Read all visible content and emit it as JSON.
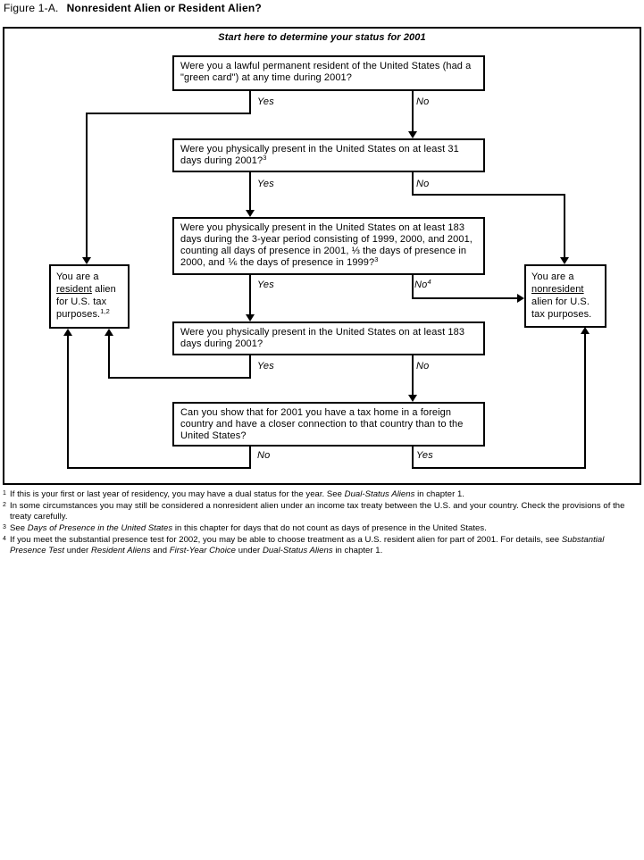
{
  "page": {
    "figure_label": "Figure 1-A.",
    "figure_title": "Nonresident Alien or Resident Alien?"
  },
  "flowchart": {
    "start_instruction": "Start here to determine your status for 2001",
    "q_green_card": {
      "text": "Were you a lawful permanent resident of the United States (had a \"green card\") at any time during 2001?",
      "yes_label": "Yes",
      "no_label": "No"
    },
    "q_31_days": {
      "text": "Were you physically present in the United States on at least 31 days during 2001?",
      "footnote_ref": "3",
      "yes_label": "Yes",
      "no_label": "No"
    },
    "q_183_3yr": {
      "text": "Were you physically present in the United States on at least 183 days during the 3-year period consisting of 1999, 2000, and 2001, counting all days of presence in 2001, ⅓ the days of presence in 2000, and ⅙ the days of presence in 1999?",
      "footnote_ref": "3",
      "yes_label": "Yes",
      "no_label": "No",
      "no_footnote_ref": "4"
    },
    "q_183_2001": {
      "text": "Were you physically present in the United States on at least 183 days during 2001?",
      "yes_label": "Yes",
      "no_label": "No"
    },
    "q_tax_home": {
      "text": "Can you show that for 2001 you have a tax home in a foreign country and have a closer connection to that country than to the United States?",
      "no_label": "No",
      "yes_label": "Yes"
    },
    "result_resident": {
      "pre": "You are a ",
      "underlined": "resident",
      "post": " alien for U.S. tax purposes.",
      "footnote_ref": "1,2"
    },
    "result_nonresident": {
      "pre": "You are a ",
      "underlined": "nonresident",
      "post": " alien for U.S. tax purposes."
    }
  },
  "footnotes": [
    {
      "marker": "1",
      "segments": [
        {
          "text": "If this is your first or last year of residency, you may have a dual status for the year. See ",
          "italic": false
        },
        {
          "text": "Dual-Status Aliens",
          "italic": true
        },
        {
          "text": " in chapter 1.",
          "italic": false
        }
      ]
    },
    {
      "marker": "2",
      "segments": [
        {
          "text": "In some circumstances you may still be considered a nonresident alien under an income tax treaty between the U.S. and your country. Check the provisions of the treaty carefully.",
          "italic": false
        }
      ]
    },
    {
      "marker": "3",
      "segments": [
        {
          "text": "See ",
          "italic": false
        },
        {
          "text": "Days of Presence in the United States",
          "italic": true
        },
        {
          "text": " in this chapter for days that do not count as days of presence in the United States.",
          "italic": false
        }
      ]
    },
    {
      "marker": "4",
      "segments": [
        {
          "text": "If you meet the substantial presence test for 2002, you may be able to choose treatment as a U.S. resident alien for part of 2001. For details, see ",
          "italic": false
        },
        {
          "text": "Substantial Presence Test",
          "italic": true
        },
        {
          "text": " under ",
          "italic": false
        },
        {
          "text": "Resident Aliens",
          "italic": true
        },
        {
          "text": " and ",
          "italic": false
        },
        {
          "text": "First-Year Choice",
          "italic": true
        },
        {
          "text": " under ",
          "italic": false
        },
        {
          "text": "Dual-Status Aliens",
          "italic": true
        },
        {
          "text": " in chapter 1.",
          "italic": false
        }
      ]
    }
  ],
  "colors": {
    "ink": "#000000",
    "background": "#ffffff"
  }
}
